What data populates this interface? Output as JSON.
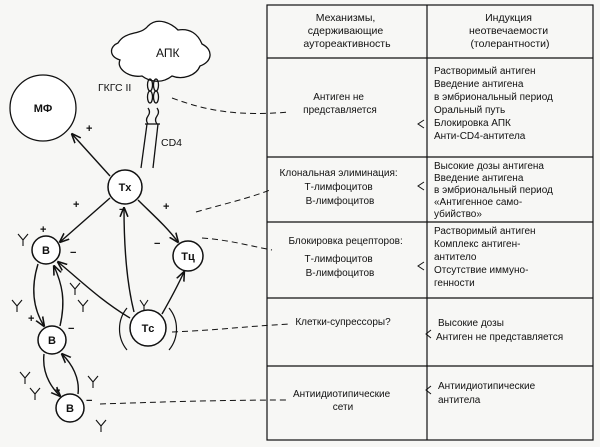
{
  "cells": {
    "apc": "АПК",
    "mhc": "ГКГС II",
    "cd4": "CD4",
    "macrophage": "МФ",
    "th": "Tx",
    "tc": "Tц",
    "ts": "Tс",
    "b1": "B",
    "b2": "B",
    "b3": "B"
  },
  "table": {
    "headers": {
      "mechanisms": [
        "Механизмы,",
        "сдерживающие",
        "аутореактивность"
      ],
      "induction": [
        "Индукция",
        "неотвечаемости",
        "(толерантности)"
      ]
    },
    "rows": [
      {
        "mechanism": [
          "Антиген не",
          "представляется"
        ],
        "induction": [
          "Растворимый антиген",
          "Введение антигена",
          "в эмбриональный период",
          "Оральный путь",
          "Блокировка АПК",
          "Анти-CD4-антитела"
        ]
      },
      {
        "mechanism": [
          "Клональная элиминация:",
          "Т-лимфоцитов",
          "В-лимфоцитов"
        ],
        "induction": [
          "Высокие дозы антигена",
          "Введение антигена",
          "в эмбриональный период",
          "«Антигенное само-",
          "убийство»"
        ]
      },
      {
        "mechanism": [
          "Блокировка рецепторов:",
          "Т-лимфоцитов",
          "В-лимфоцитов"
        ],
        "induction": [
          "Растворимый антиген",
          "Комплекс антиген-",
          "антитело",
          "Отсутствие иммуно-",
          "генности"
        ]
      },
      {
        "mechanism": [
          "Клетки-супрессоры?"
        ],
        "induction": [
          "Высокие дозы",
          "Антиген не представляется"
        ]
      },
      {
        "mechanism": [
          "Антиидиотипические",
          "сети"
        ],
        "induction": [
          "Антиидиотипические",
          "антитела"
        ]
      }
    ]
  },
  "signs": {
    "plus": "+",
    "minus": "−"
  },
  "colors": {
    "ink": "#111111",
    "paper": "#f7f7f5"
  }
}
